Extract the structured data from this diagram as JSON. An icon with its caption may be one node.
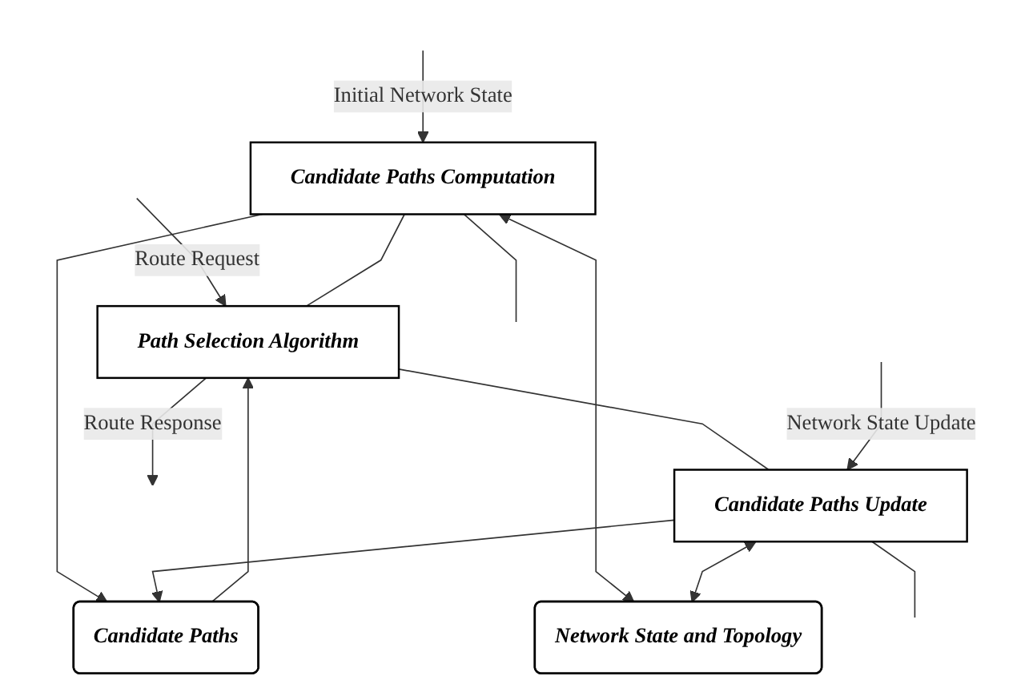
{
  "diagram": {
    "nodes": [
      {
        "text": [
          "Path Selection Algorithm"
        ]
      },
      {
        "text": [
          "Candidate Paths Computation"
        ]
      },
      {
        "text": [
          "Candidate Paths"
        ]
      },
      {
        "text": [
          "Candidate Paths Update"
        ]
      },
      {
        "text": [
          "Network State and Topology"
        ]
      }
    ],
    "edges": [
      {
        "from": null,
        "to": 0,
        "arrow": "to",
        "label": "Route Request"
      },
      {
        "from": 0,
        "to": null,
        "arrow": "to",
        "label": "Route Response"
      },
      {
        "from": 1,
        "to": 0,
        "arrow": "none"
      },
      {
        "from": 0,
        "to": 3,
        "arrow": "none"
      },
      {
        "from": 2,
        "to": 0,
        "arrow": "to"
      },
      {
        "from": 1,
        "to": 2,
        "arrow": "to"
      },
      {
        "from": 3,
        "to": 2,
        "arrow": "to"
      },
      {
        "from": null,
        "to": 1,
        "arrow": "to",
        "label": "Initial Network State"
      },
      {
        "from": null,
        "to": 3,
        "arrow": "to",
        "label": "Network State Update"
      },
      {
        "from": 1,
        "to": 4,
        "arrow": "both"
      },
      {
        "from": 3,
        "to": 4,
        "arrow": "both"
      },
      {
        "from": 1,
        "to": null,
        "arrow": "none"
      },
      {
        "from": 3,
        "to": null,
        "arrow": "none"
      }
    ]
  }
}
